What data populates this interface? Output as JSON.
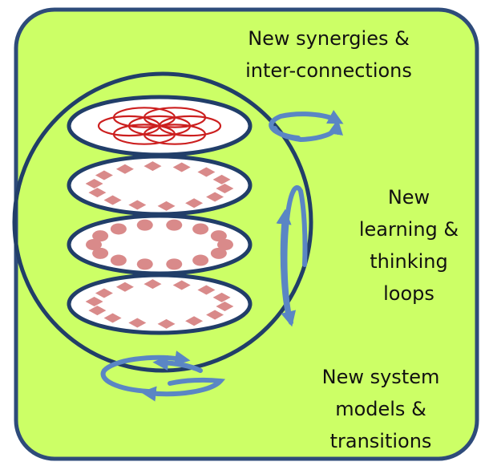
{
  "colors": {
    "panel_fill": "#ccff66",
    "panel_border": "#2e4b7a",
    "sphere_stroke": "#213e69",
    "disc_fill": "#ffffff",
    "disc_stroke": "#213e69",
    "flower_stroke": "#cc1f1f",
    "marker_fill": "#d98a8a",
    "loop_stroke": "#5a86c4"
  },
  "labels": {
    "synergies_line1": "New synergies &",
    "synergies_line2": "inter-connections",
    "learning_line1": "New",
    "learning_line2": "learning &",
    "learning_line3": "thinking",
    "learning_line4": "loops",
    "models_line1": "New system",
    "models_line2": "models &",
    "models_line3": "transitions"
  },
  "icons": [
    "flower-of-life-icon",
    "diamond-marker",
    "ellipse-marker",
    "cycle-arrow-icon"
  ]
}
